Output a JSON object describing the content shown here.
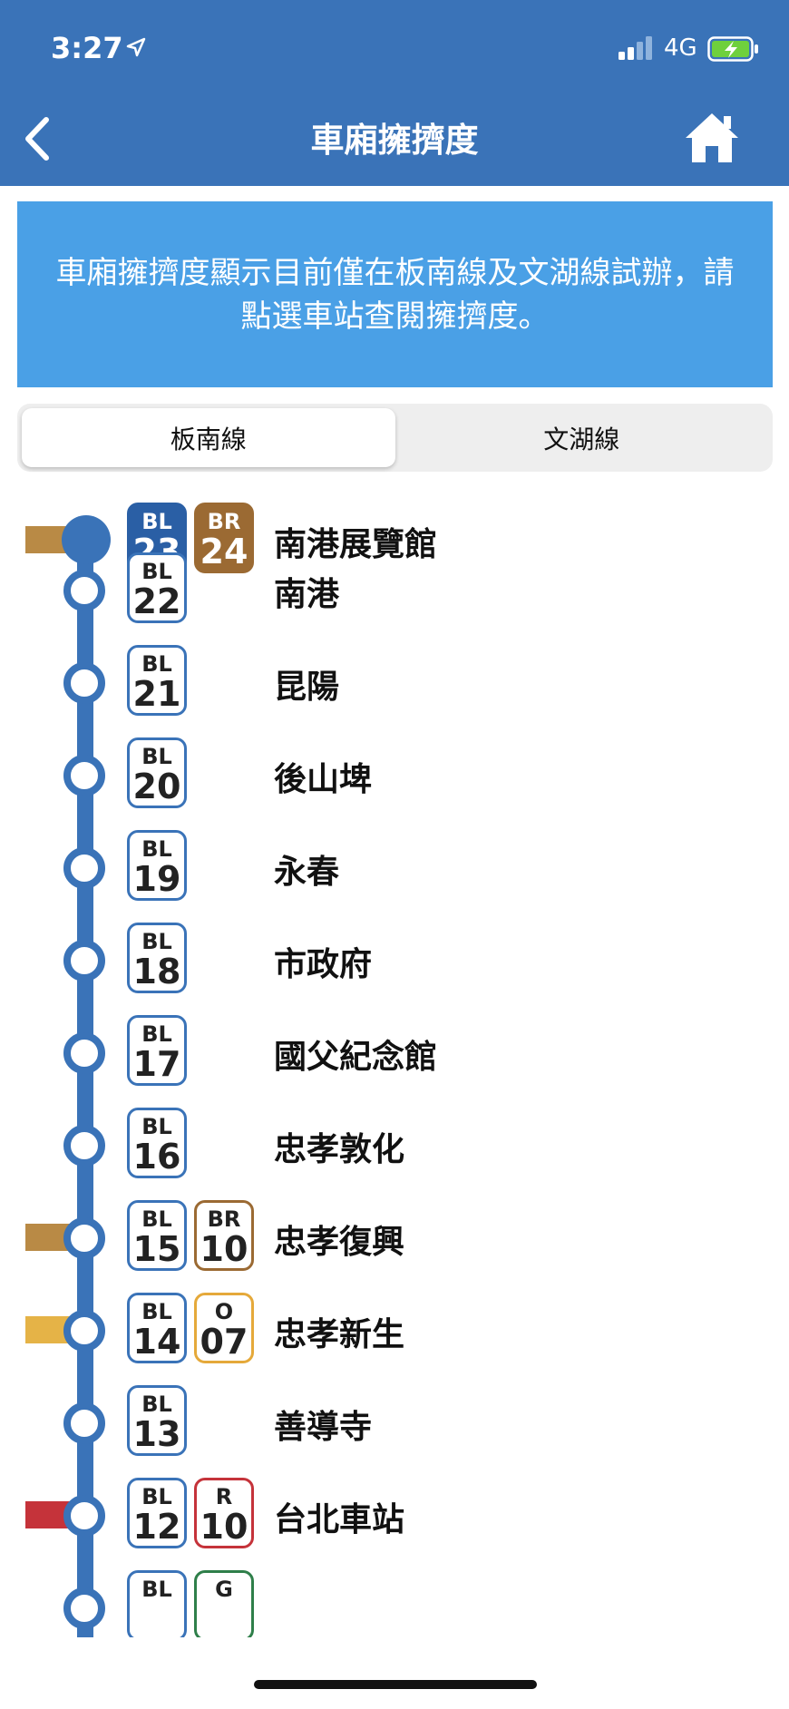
{
  "status": {
    "time": "3:27",
    "network": "4G"
  },
  "header": {
    "title": "車廂擁擠度"
  },
  "notice": "車廂擁擠度顯示目前僅在板南線及文湖線試辦，請點選車站查閱擁擠度。",
  "tabs": [
    {
      "label": "板南線",
      "active": true
    },
    {
      "label": "文湖線",
      "active": false
    }
  ],
  "colors": {
    "header": "#3a73b8",
    "notice": "#4aa0e6",
    "bl": "#3a73b8",
    "br": "#9b6a33",
    "o": "#e5a93a",
    "r": "#c5333a",
    "g": "#2f7f4a"
  },
  "stations": [
    {
      "name": "南港展覽館",
      "codes": [
        {
          "line": "BL",
          "num": "23"
        },
        {
          "line": "BR",
          "num": "24"
        }
      ],
      "transfer_color": "#b98a45",
      "current": true
    },
    {
      "name": "南港",
      "codes": [
        {
          "line": "BL",
          "num": "22"
        }
      ]
    },
    {
      "name": "昆陽",
      "codes": [
        {
          "line": "BL",
          "num": "21"
        }
      ]
    },
    {
      "name": "後山埤",
      "codes": [
        {
          "line": "BL",
          "num": "20"
        }
      ]
    },
    {
      "name": "永春",
      "codes": [
        {
          "line": "BL",
          "num": "19"
        }
      ]
    },
    {
      "name": "市政府",
      "codes": [
        {
          "line": "BL",
          "num": "18"
        }
      ]
    },
    {
      "name": "國父紀念館",
      "codes": [
        {
          "line": "BL",
          "num": "17"
        }
      ]
    },
    {
      "name": "忠孝敦化",
      "codes": [
        {
          "line": "BL",
          "num": "16"
        }
      ]
    },
    {
      "name": "忠孝復興",
      "codes": [
        {
          "line": "BL",
          "num": "15"
        },
        {
          "line": "BR",
          "num": "10"
        }
      ],
      "transfer_color": "#b98a45"
    },
    {
      "name": "忠孝新生",
      "codes": [
        {
          "line": "BL",
          "num": "14"
        },
        {
          "line": "O",
          "num": "07"
        }
      ],
      "transfer_color": "#e5b347"
    },
    {
      "name": "善導寺",
      "codes": [
        {
          "line": "BL",
          "num": "13"
        }
      ]
    },
    {
      "name": "台北車站",
      "codes": [
        {
          "line": "BL",
          "num": "12"
        },
        {
          "line": "R",
          "num": "10"
        }
      ],
      "transfer_color": "#c5333a"
    },
    {
      "name": "",
      "codes": [
        {
          "line": "BL",
          "num": ""
        },
        {
          "line": "G",
          "num": ""
        }
      ]
    }
  ]
}
